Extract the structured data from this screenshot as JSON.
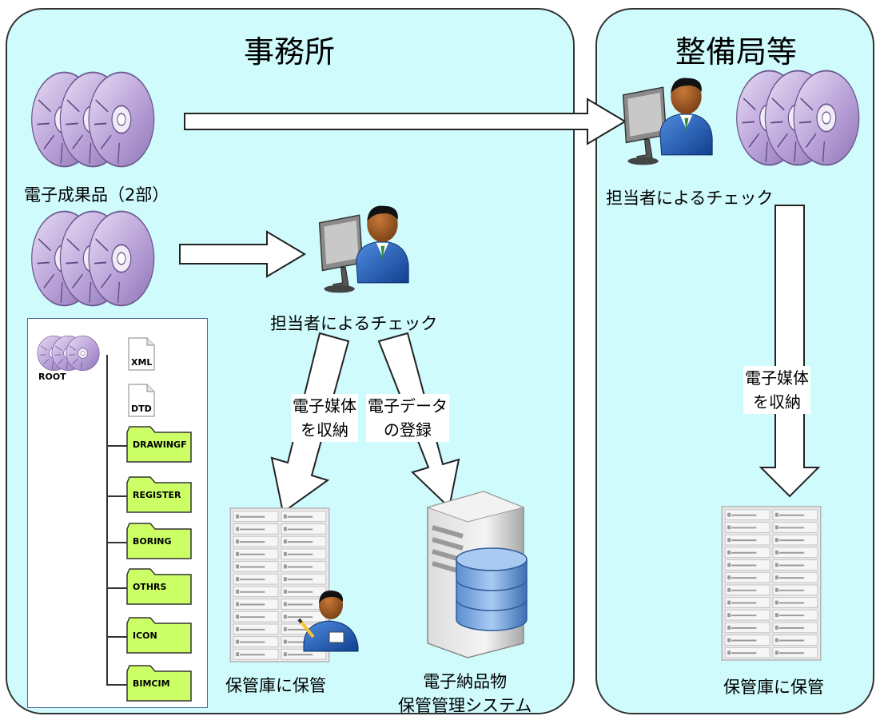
{
  "panels": {
    "office_title": "事務所",
    "bureau_title": "整備局等"
  },
  "labels": {
    "electronic_deliverables": "電子成果品（2部）",
    "check_by_staff_office": "担当者によるチェック",
    "check_by_staff_bureau": "担当者によるチェック",
    "store_media_office": [
      "電子媒体",
      "を収納"
    ],
    "register_data": [
      "電子データ",
      "の登録"
    ],
    "store_media_bureau": [
      "電子媒体",
      "を収納"
    ],
    "storage_office": "保管庫に保管",
    "storage_bureau": "保管庫に保管",
    "delivery_system": [
      "電子納品物",
      "保管管理システム"
    ]
  },
  "tree": {
    "root": "ROOT",
    "files": [
      "XML",
      "DTD"
    ],
    "folders": [
      "DRAWINGF",
      "REGISTER",
      "BORING",
      "OTHRS",
      "ICON",
      "BIMCIM"
    ]
  },
  "colors": {
    "panel_fill": "#cffbfd",
    "folder_fill": "#ccff66",
    "disc_fill": "#c9b4e0"
  }
}
